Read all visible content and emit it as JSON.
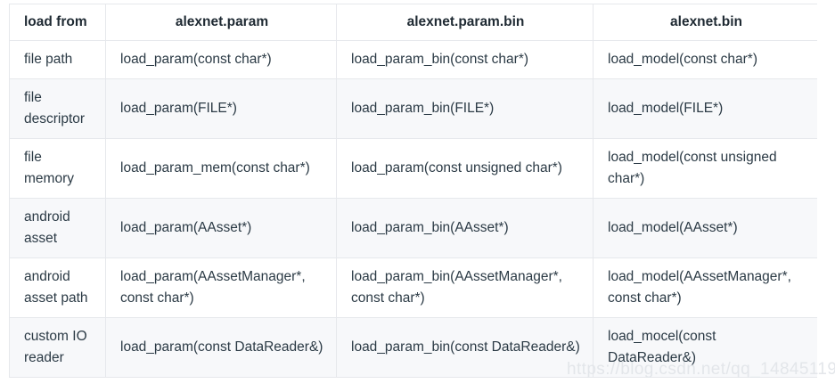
{
  "table": {
    "headers": [
      "load from",
      "alexnet.param",
      "alexnet.param.bin",
      "alexnet.bin"
    ],
    "rows": [
      {
        "label": "file path",
        "cells": [
          "load_param(const char*)",
          "load_param_bin(const char*)",
          "load_model(const char*)"
        ]
      },
      {
        "label": "file descriptor",
        "cells": [
          "load_param(FILE*)",
          "load_param_bin(FILE*)",
          "load_model(FILE*)"
        ]
      },
      {
        "label": "file memory",
        "cells": [
          "load_param_mem(const char*)",
          "load_param(const unsigned char*)",
          "load_model(const unsigned char*)"
        ]
      },
      {
        "label": "android asset",
        "cells": [
          "load_param(AAsset*)",
          "load_param_bin(AAsset*)",
          "load_model(AAsset*)"
        ]
      },
      {
        "label": "android asset path",
        "cells": [
          "load_param(AAssetManager*, const char*)",
          "load_param_bin(AAssetManager*, const char*)",
          "load_model(AAssetManager*, const char*)"
        ]
      },
      {
        "label": "custom IO reader",
        "cells": [
          "load_param(const DataReader&)",
          "load_param_bin(const DataReader&)",
          "load_mocel(const DataReader&)"
        ]
      }
    ]
  },
  "watermark": {
    "text": "https://blog.csdn.net/qq_14845119"
  },
  "colors": {
    "text": "#2b3a45",
    "border": "#e6e8ec",
    "row_alt_bg": "#f7f8fa",
    "row_bg": "#ffffff",
    "watermark": "#e3e6ea"
  }
}
